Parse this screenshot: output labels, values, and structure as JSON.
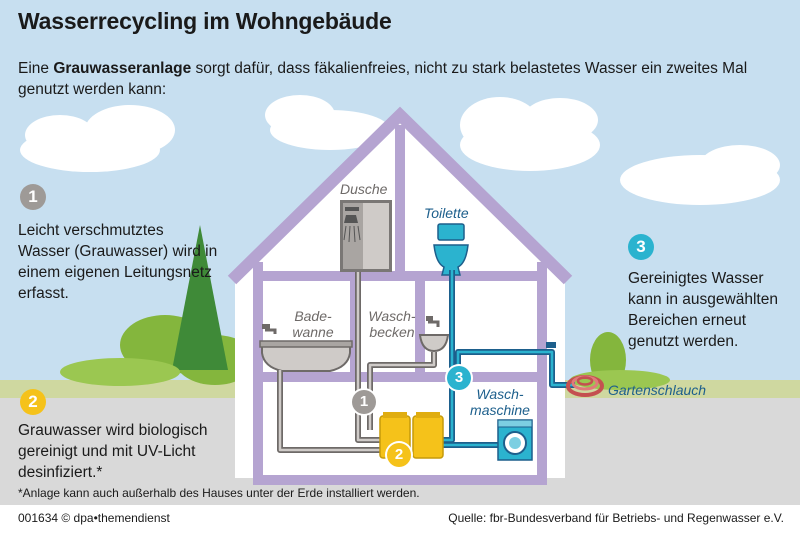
{
  "title": "Wasserrecycling im Wohngebäude",
  "intro": {
    "prefix": "Eine ",
    "bold": "Grauwasseranlage",
    "suffix": " sorgt dafür, dass fäkalienfreies, nicht zu stark belastetes Wasser ein zweites Mal genutzt werden kann:"
  },
  "steps": [
    {
      "number": "1",
      "text": "Leicht verschmutztes Wasser (Grauwasser) wird in einem eigenen Leitungsnetz erfasst."
    },
    {
      "number": "2",
      "text": "Grauwasser wird biologisch gereinigt und mit UV-Licht desinfiziert.*"
    },
    {
      "number": "3",
      "text": "Gereinigtes Wasser kann in ausgewählten Bereichen erneut genutzt werden."
    }
  ],
  "labels": {
    "shower": "Dusche",
    "toilet": "Toilette",
    "bathtub_1": "Bade-",
    "bathtub_2": "wanne",
    "sink_1": "Wasch-",
    "sink_2": "becken",
    "washing_machine_1": "Wasch-",
    "washing_machine_2": "maschine",
    "garden_hose": "Gartenschlauch"
  },
  "footnote": "*Anlage kann auch außerhalb des Hauses unter der Erde installiert werden.",
  "footer": {
    "code": "001634 © dpa•themendienst",
    "source": "Quelle: fbr-Bundesverband für Betriebs- und Regenwasser e.V."
  },
  "colors": {
    "sky": "#c7dff0",
    "ground": "#d9d9d9",
    "house_outline": "#b5a4d1",
    "greywater_pipe": "#8f8b88",
    "clean_pipe": "#2bb3cf",
    "tank": "#f5c21a",
    "label_blue": "#1d5f8c",
    "label_gray": "#6e6a68"
  }
}
